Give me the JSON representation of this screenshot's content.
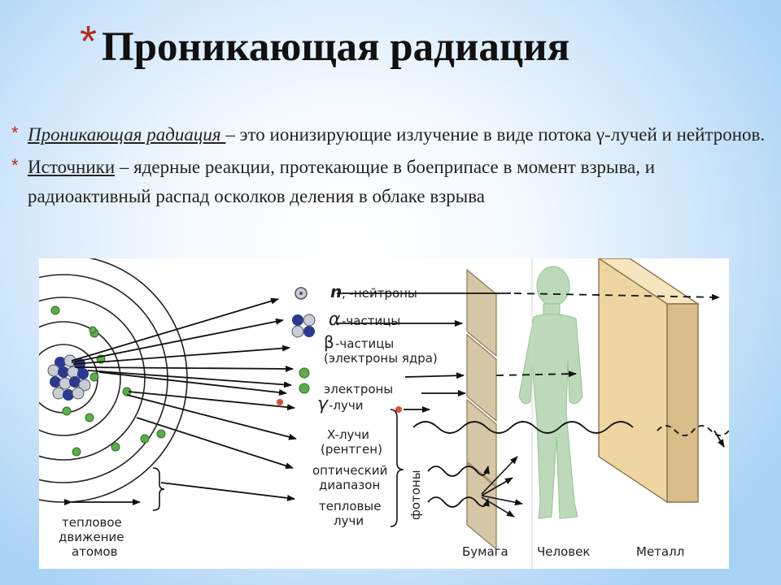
{
  "slide": {
    "title": "Проникающая радиация",
    "bullets": [
      {
        "term": "Проникающая радиация ",
        "text": "– это ионизирующие излучение  в виде потока γ-лучей и нейтронов."
      },
      {
        "term": "Источники",
        "text": " – ядерные реакции, протекающие в боеприпасе в момент взрыва, и радиоактивный распад осколков деления в облаке взрыва"
      }
    ]
  },
  "diagram": {
    "labels": {
      "neutrons_symbol": "n",
      "neutrons": ", -нейтроны",
      "alpha_symbol": "α",
      "alpha": "-частицы",
      "beta_symbol": "β",
      "beta_1": "-частицы",
      "beta_2": "(электроны ядра)",
      "electrons": "электроны",
      "gamma_symbol": "γ",
      "gamma": "-лучи",
      "xray_1": "X-лучи",
      "xray_2": "(рентген)",
      "optical_1": "оптический",
      "optical_2": "диапазон",
      "thermal_1": "тепловые",
      "thermal_2": "лучи",
      "photons": "фотоны",
      "thermal_motion_1": "тепловое",
      "thermal_motion_2": "движение",
      "thermal_motion_3": "атомов",
      "paper": "Бумага",
      "human": "Человек",
      "metal": "Металл"
    },
    "colors": {
      "electron": "#5cae4a",
      "nucleus_blue": "#2b3a8f",
      "paper": "#d8c7a6",
      "metal": "#eed6a3",
      "human": "#b9d9b6",
      "gamma_dot": "#d9503a"
    }
  }
}
